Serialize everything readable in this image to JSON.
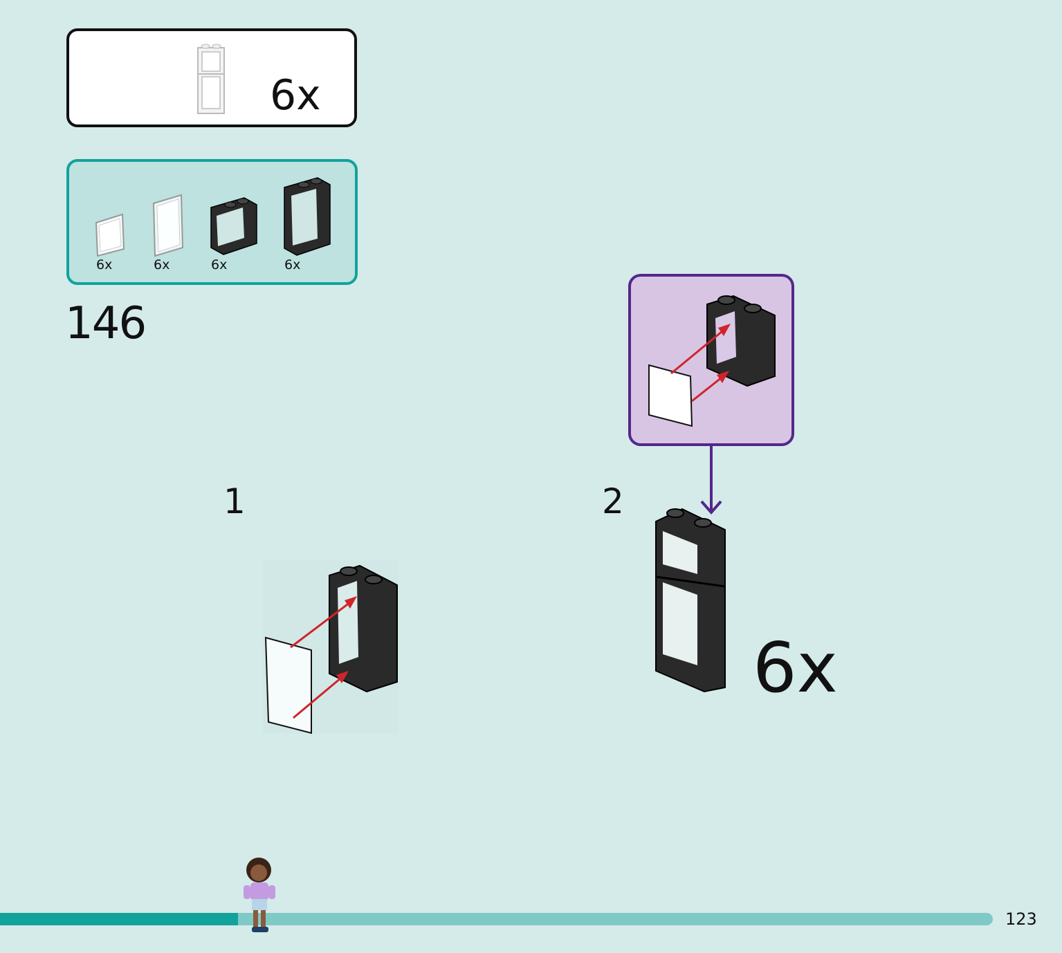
{
  "submodel": {
    "quantity": "6x"
  },
  "parts_list": [
    {
      "quantity": "6x",
      "icon": "glass-pane-small-icon"
    },
    {
      "quantity": "6x",
      "icon": "glass-pane-tall-icon"
    },
    {
      "quantity": "6x",
      "icon": "window-frame-small-icon"
    },
    {
      "quantity": "6x",
      "icon": "window-frame-tall-icon"
    }
  ],
  "step": {
    "number": "146"
  },
  "substeps": [
    {
      "number": "1"
    },
    {
      "number": "2",
      "quantity": "6x"
    }
  ],
  "progress": {
    "fraction": 0.24
  },
  "page": {
    "number": "123"
  },
  "colors": {
    "background": "#d5ebe9",
    "accent": "#12a29c",
    "callout": "#55278a",
    "arrow": "#d0242c"
  }
}
